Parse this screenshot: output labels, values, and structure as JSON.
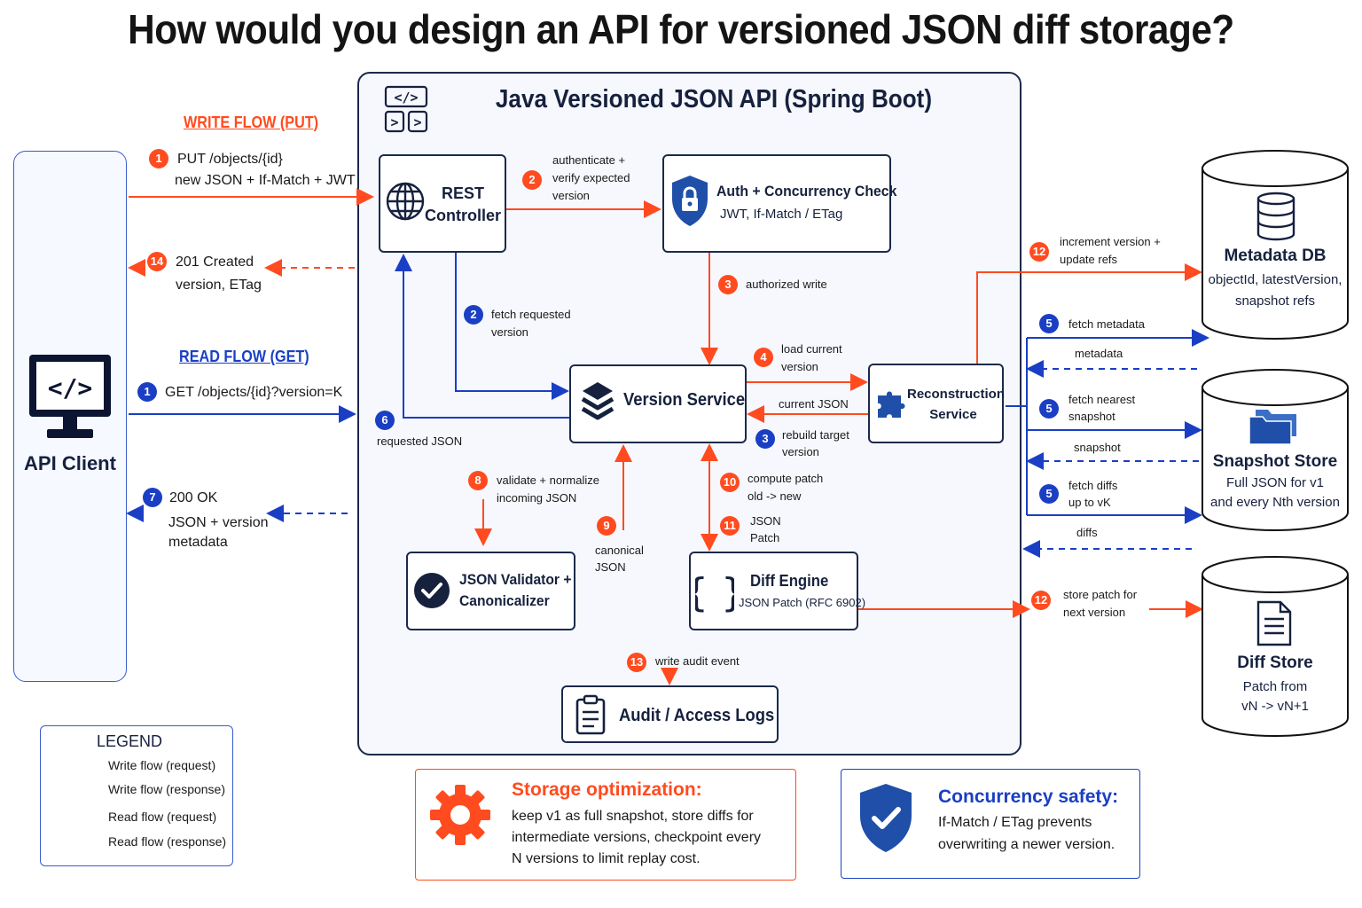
{
  "title": "How would you design an API for versioned JSON diff storage?",
  "colors": {
    "write": "#ff4b1f",
    "read": "#1a3fc4",
    "navy": "#16213e"
  },
  "client": {
    "label": "API Client",
    "icon": "monitor-code-icon"
  },
  "write_flow": {
    "header": "WRITE FLOW (PUT)",
    "step1_num": "1",
    "step1_line1": "PUT /objects/{id}",
    "step1_line2": "new JSON + If-Match + JWT",
    "step14_num": "14",
    "step14_line1": "201 Created",
    "step14_line2": "version, ETag"
  },
  "read_flow": {
    "header": "READ FLOW (GET)",
    "step1_num": "1",
    "step1_line1": "GET /objects/{id}?version=K",
    "step7_num": "7",
    "step7_line1": "200 OK",
    "step7_line2": "JSON + version",
    "step7_line3": "metadata"
  },
  "api": {
    "title": "Java Versioned JSON API (Spring Boot)",
    "rest": {
      "line1": "REST",
      "line2": "Controller"
    },
    "auth": {
      "title": "Auth + Concurrency Check",
      "sub": "JWT, If-Match / ETag"
    },
    "version_service": "Version Service",
    "reconstruction": {
      "line1": "Reconstruction",
      "line2": "Service"
    },
    "validator": {
      "line1": "JSON Validator +",
      "line2": "Canonicalizer"
    },
    "diff": {
      "title": "Diff Engine",
      "sub": "JSON Patch (RFC 6902)"
    },
    "audit": "Audit / Access Logs"
  },
  "labels": {
    "s2w_num": "2",
    "s2w_l1": "authenticate +",
    "s2w_l2": "verify expected",
    "s2w_l3": "version",
    "s2r_num": "2",
    "s2r_l1": "fetch requested",
    "s2r_l2": "version",
    "s3w_num": "3",
    "s3w_l1": "authorized write",
    "s4_num": "4",
    "s4_l1": "load current",
    "s4_l2": "version",
    "current_json": "current JSON",
    "s3r_num": "3",
    "s3r_l1": "rebuild target",
    "s3r_l2": "version",
    "s6_num": "6",
    "s6_l1": "requested JSON",
    "s8_num": "8",
    "s8_l1": "validate + normalize",
    "s8_l2": "incoming JSON",
    "s9_num": "9",
    "s9_l1": "canonical",
    "s9_l2": "JSON",
    "s10_num": "10",
    "s10_l1": "compute patch",
    "s10_l2": "old -> new",
    "s11_num": "11",
    "s11_l1": "JSON",
    "s11_l2": "Patch",
    "s12a_num": "12",
    "s12a_l1": "increment version +",
    "s12a_l2": "update refs",
    "s5a_num": "5",
    "s5a_l1": "fetch metadata",
    "metadata": "metadata",
    "s5b_num": "5",
    "s5b_l1": "fetch nearest",
    "s5b_l2": "snapshot",
    "snapshot": "snapshot",
    "s5c_num": "5",
    "s5c_l1": "fetch diffs",
    "s5c_l2": "up to vK",
    "diffs": "diffs",
    "s12b_num": "12",
    "s12b_l1": "store patch for",
    "s12b_l2": "next version",
    "s13_num": "13",
    "s13_l1": "write audit event"
  },
  "stores": {
    "metadata": {
      "title": "Metadata DB",
      "l1": "objectId, latestVersion,",
      "l2": "snapshot refs"
    },
    "snapshot": {
      "title": "Snapshot Store",
      "l1": "Full JSON for v1",
      "l2": "and every Nth version"
    },
    "diff": {
      "title": "Diff Store",
      "l1": "Patch from",
      "l2": "vN -> vN+1"
    }
  },
  "legend": {
    "title": "LEGEND",
    "items": [
      "Write flow (request)",
      "Write flow (response)",
      "Read flow (request)",
      "Read flow (response)"
    ]
  },
  "notes": {
    "storage": {
      "title": "Storage optimization:",
      "l1": "keep v1 as full snapshot, store diffs for",
      "l2": "intermediate versions, checkpoint every",
      "l3": "N versions to limit replay cost."
    },
    "concurrency": {
      "title": "Concurrency safety:",
      "l1": "If-Match / ETag prevents",
      "l2": "overwriting a newer version."
    }
  }
}
